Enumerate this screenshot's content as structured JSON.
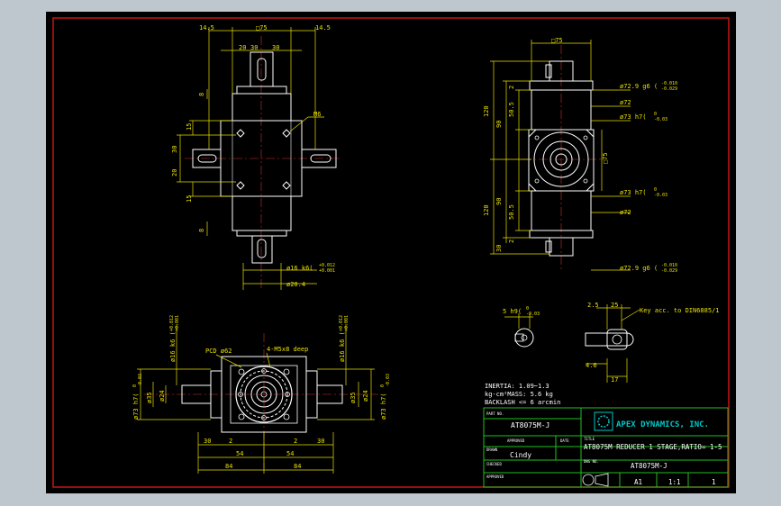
{
  "colors": {
    "outer": "#bfc7ce",
    "sheet": "#000000",
    "border": "#c81414",
    "line": "#ffffff",
    "dim": "#e8e000",
    "hidden": "#d0d0d0",
    "center": "#d03030",
    "block": "#20c020",
    "logo": "#00c8c8"
  },
  "top_view": {
    "dims_top": [
      "14.5",
      "□75",
      "14.5",
      "20",
      "30",
      "30"
    ],
    "dims_left": [
      "8",
      "15",
      "30",
      "20",
      "15",
      "8"
    ],
    "label_m": "M6",
    "shaft_od": "ø16 k6(",
    "shaft_od_tol": [
      "+0.012",
      "+0.001"
    ],
    "shaft_key": "ø20.4"
  },
  "side_view": {
    "dims_top": "□75",
    "dims_left": [
      "120",
      "90",
      "50.5",
      "2",
      "120",
      "90",
      "50.5",
      "30",
      "2"
    ],
    "labels": [
      "ø72.9 g6 (",
      "ø72",
      "ø73 h7(",
      "□75",
      "ø73 h7(",
      "ø72",
      "ø72.9 g6 ("
    ],
    "tol_g6": [
      "-0.010",
      "-0.029"
    ],
    "tol_h7": [
      "0",
      "-0.03"
    ]
  },
  "front_view": {
    "left_labels": [
      "ø16 k6 (",
      "ø73 h7(",
      "ø35",
      "ø24"
    ],
    "right_labels": [
      "ø16 k6 (",
      "ø73 h7(",
      "ø35",
      "ø24"
    ],
    "tol_k6": [
      "+0.012",
      "+0.001"
    ],
    "tol_h7": [
      "0",
      "-0.03"
    ],
    "pcd": "PCD ø62",
    "thread": "4-M5x8 deep",
    "dims_bottom": [
      "30",
      "2",
      "2",
      "30",
      "54",
      "54",
      "84",
      "84"
    ]
  },
  "key_detail": {
    "dim1": "5 h9(",
    "tol1": [
      "0",
      "-0.03"
    ],
    "dim2": "2.5",
    "dim3": "25",
    "note": "Key acc. to DIN6885/1",
    "dim4": "4.6",
    "dim5": "17"
  },
  "specs": [
    "INERTIA: 1.09~1.3",
    "kg-cm²MASS: 5.6 kg",
    "BACKLASH <= 6 arcmin"
  ],
  "title_block": {
    "part_no_label": "PART NO.",
    "part_no": "AT8075M-J",
    "company": "APEX DYNAMICS, INC.",
    "approved_label": "APPROVED",
    "date_label": "DATE",
    "title_label": "TITLE",
    "title": "AT8075M REDUCER 1 STAGE,RATIO= 1-5",
    "drawn_label": "DRAWN",
    "drawn": "Cindy",
    "dwg_label": "DWG NO.",
    "dwg": "AT8075M-J",
    "checked_label": "CHECKED",
    "approved2_label": "APPROVED",
    "size": "A1",
    "scale": "1:1",
    "sheet": "1"
  }
}
